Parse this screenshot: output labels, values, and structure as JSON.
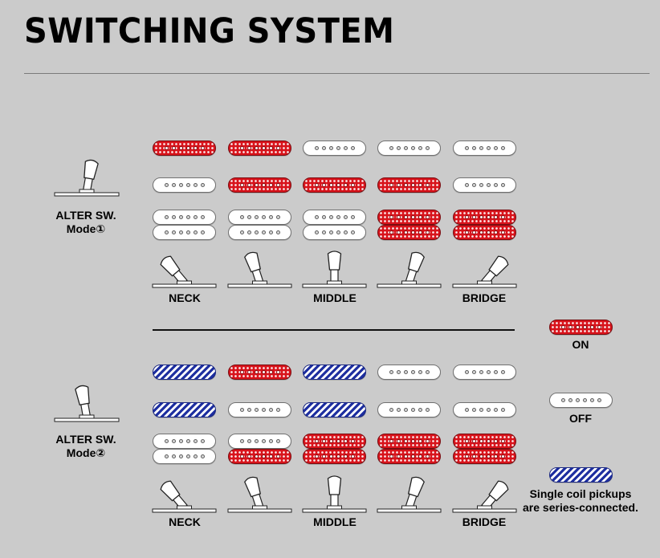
{
  "title": "SWITCHING SYSTEM",
  "columns": [
    "NECK",
    "",
    "MIDDLE",
    "",
    "BRIDGE"
  ],
  "modes": [
    {
      "label_line1": "ALTER SW.",
      "label_line2": "Mode①",
      "rows": [
        [
          "on",
          "on",
          "off",
          "off",
          "off"
        ],
        [
          "off",
          "on",
          "on",
          "on",
          "off"
        ],
        [
          "off",
          "off",
          "off",
          "on",
          "on"
        ],
        [
          "off",
          "off",
          "off",
          "on",
          "on"
        ]
      ]
    },
    {
      "label_line1": "ALTER SW.",
      "label_line2": "Mode②",
      "rows": [
        [
          "series",
          "on",
          "series",
          "off",
          "off"
        ],
        [
          "series",
          "off",
          "series",
          "off",
          "off"
        ],
        [
          "off",
          "off",
          "on",
          "on",
          "on"
        ],
        [
          "off",
          "on",
          "on",
          "on",
          "on"
        ]
      ]
    }
  ],
  "legend": {
    "on": "ON",
    "off": "OFF",
    "series_line1": "Single coil pickups",
    "series_line2": "are series-connected."
  },
  "colors": {
    "on": "#d8141c",
    "series": "#1e2fa0",
    "off": "#ffffff",
    "background": "#cbcbcb"
  }
}
